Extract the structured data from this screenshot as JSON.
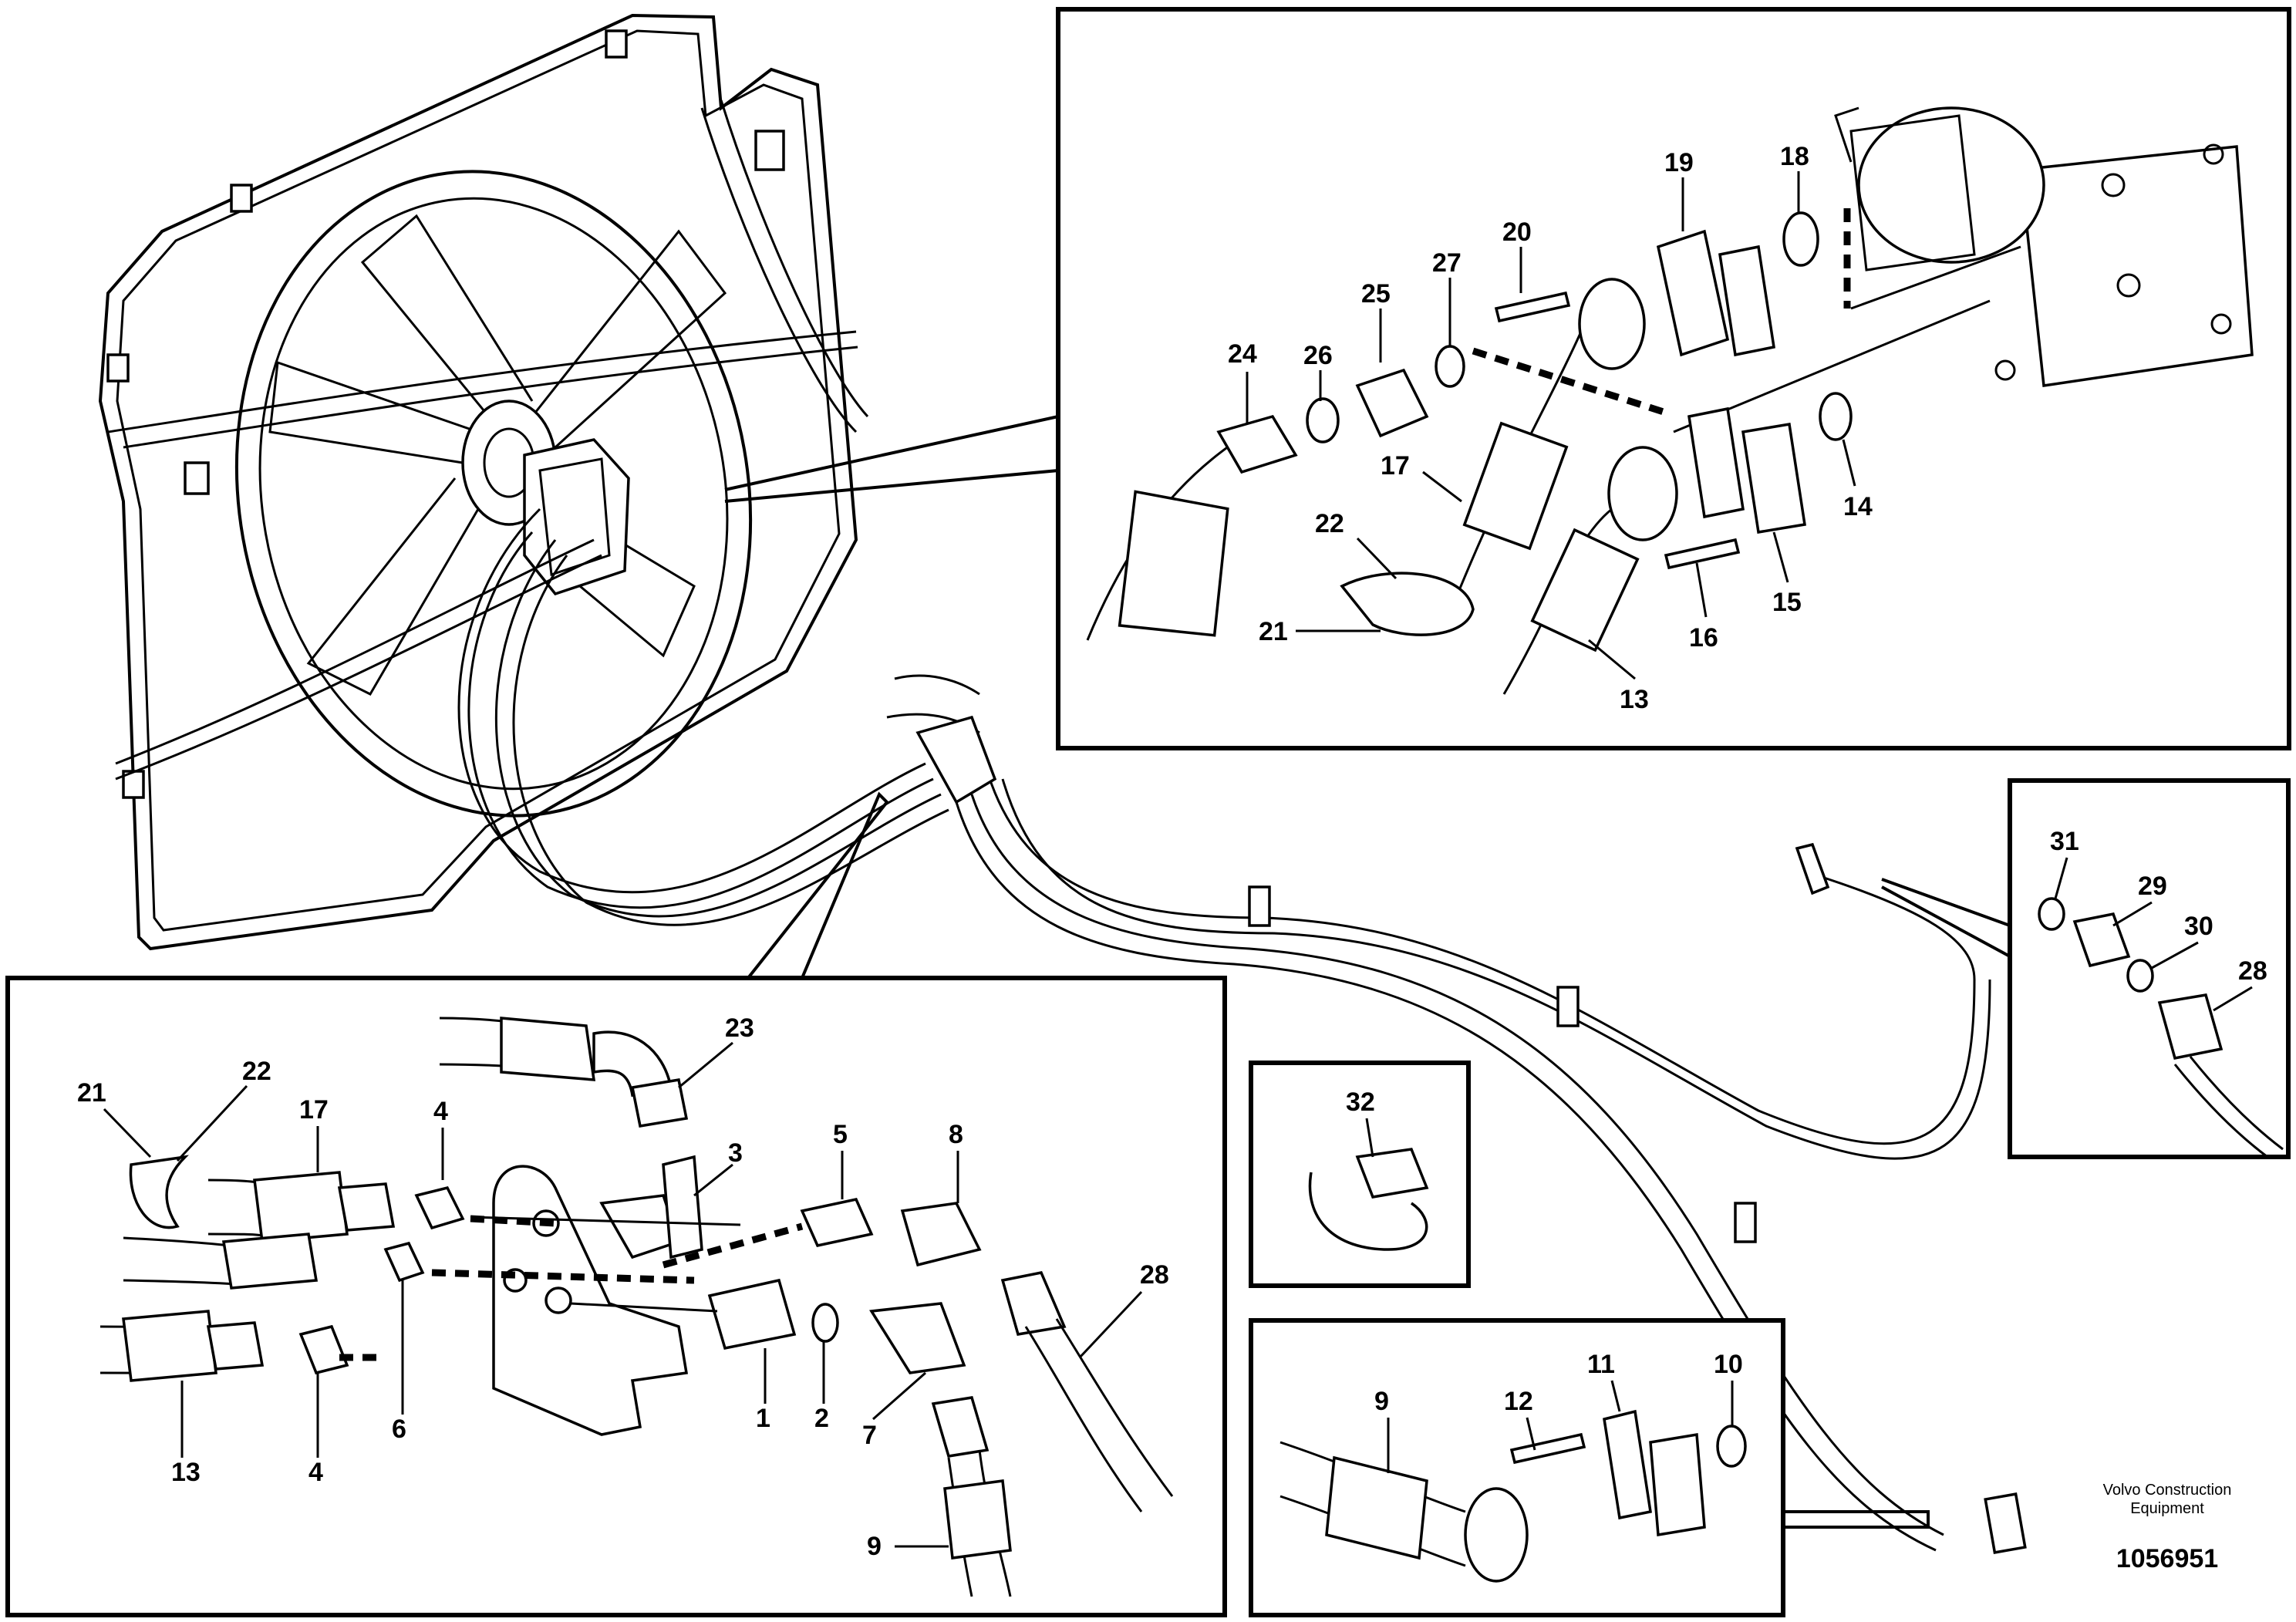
{
  "diagram": {
    "callouts": {
      "c1": "1",
      "c2": "2",
      "c3": "3",
      "c4a": "4",
      "c4b": "4",
      "c5": "5",
      "c6": "6",
      "c7": "7",
      "c8": "8",
      "c9a": "9",
      "c9b": "9",
      "c10": "10",
      "c11": "11",
      "c12": "12",
      "c13a": "13",
      "c13b": "13",
      "c14": "14",
      "c15": "15",
      "c16": "16",
      "c17a": "17",
      "c17b": "17",
      "c18": "18",
      "c19": "19",
      "c20": "20",
      "c21a": "21",
      "c21b": "21",
      "c22a": "22",
      "c22b": "22",
      "c23": "23",
      "c24": "24",
      "c25": "25",
      "c26": "26",
      "c27": "27",
      "c28a": "28",
      "c28b": "28",
      "c29": "29",
      "c30": "30",
      "c31": "31",
      "c32": "32"
    },
    "footer": {
      "brand_line1": "Volvo Construction",
      "brand_line2": "Equipment",
      "drawing_number": "1056951"
    }
  }
}
